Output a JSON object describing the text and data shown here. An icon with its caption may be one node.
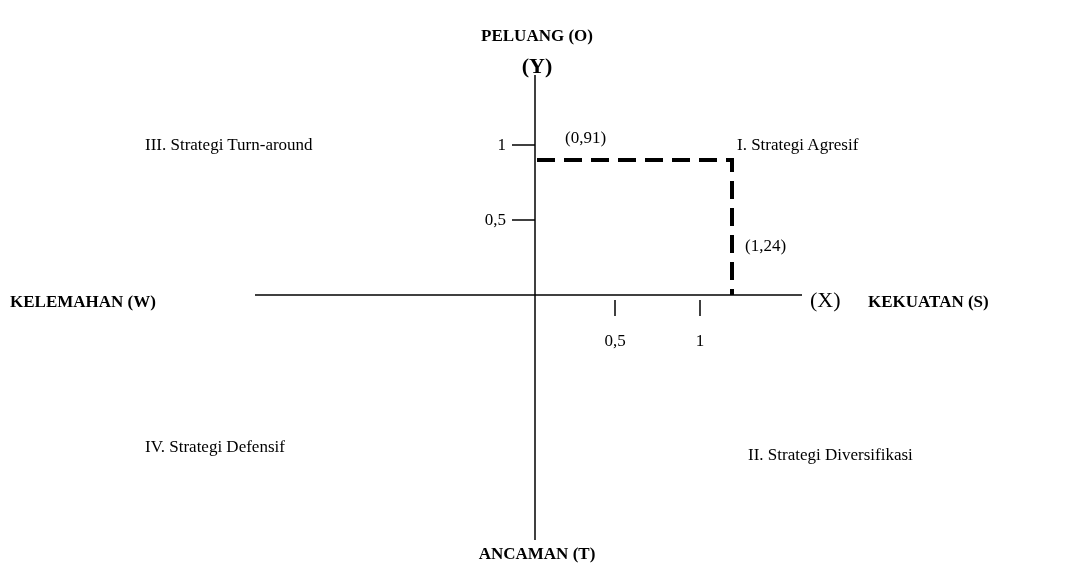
{
  "diagram": {
    "labels": [
      "PELUANG (O)",
      "(Y)",
      "III. Strategi Turn-around",
      "1",
      "(0,91)",
      "I. Strategi Agresif",
      "0,5",
      "(1,24)",
      "KELEMAHAN (W)",
      "(X)",
      "KEKUATAN (S)",
      "0,5",
      "1",
      "IV. Strategi Defensif",
      "II. Strategi Diversifikasi",
      "ANCAMAN (T)"
    ]
  }
}
